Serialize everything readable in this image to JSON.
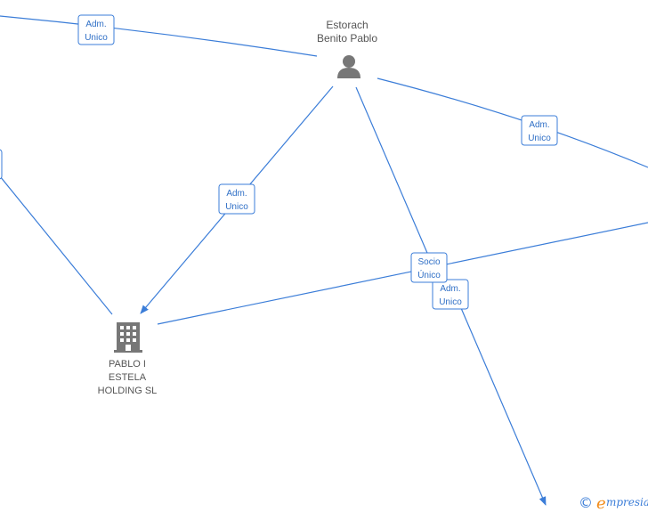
{
  "nodes": {
    "person": {
      "lines": [
        "Estorach",
        "Benito Pablo"
      ],
      "icon": "person-icon"
    },
    "company": {
      "lines": [
        "PABLO I",
        "ESTELA",
        "HOLDING  SL"
      ],
      "icon": "building-icon"
    }
  },
  "edge_labels": [
    {
      "lines": [
        "Adm.",
        "Unico"
      ]
    },
    {
      "lines": [
        "Adm.",
        "Unico"
      ]
    },
    {
      "lines": [
        "Adm.",
        "Unico"
      ]
    },
    {
      "lines": [
        "Socio",
        "Único"
      ]
    },
    {
      "lines": [
        "Adm.",
        "Unico"
      ]
    }
  ],
  "watermark": {
    "copyright": "©",
    "brand_initial": "e",
    "brand_rest": "mpresia"
  },
  "colors": {
    "edge": "#3b7dd8",
    "node_text": "#555555",
    "icon": "#777777",
    "brand_accent": "#f28c1a"
  }
}
